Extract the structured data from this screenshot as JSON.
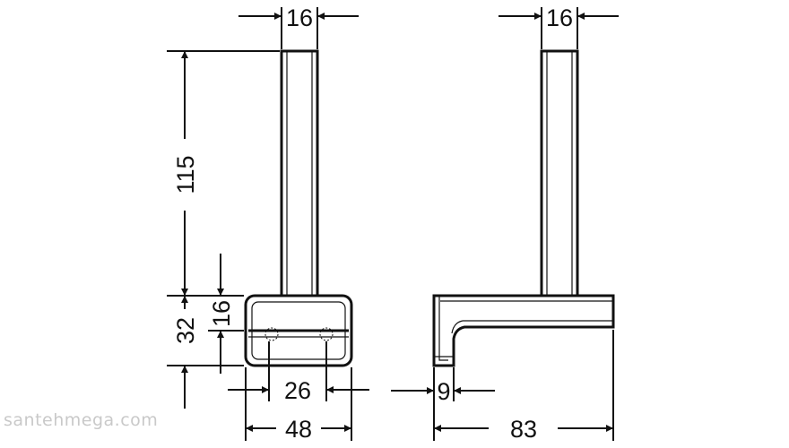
{
  "dimensions": {
    "front_rod_width": "16",
    "side_rod_width": "16",
    "rod_height": "115",
    "base_height": "32",
    "base_upper": "16",
    "slot_width": "26",
    "base_width": "48",
    "wall_thickness": "9",
    "projection": "83"
  },
  "watermark": "santehmega.com",
  "colors": {
    "line": "#111111",
    "watermark": "#c9c9c9"
  }
}
